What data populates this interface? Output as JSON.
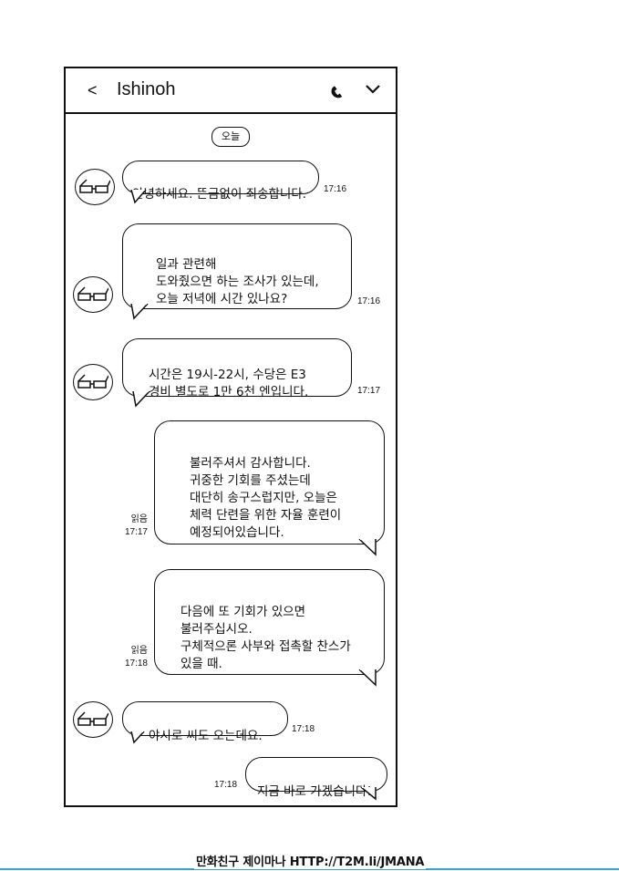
{
  "header": {
    "back_label": "<",
    "contact_name": "Ishinoh"
  },
  "date_label": "오늘",
  "messages": [
    {
      "side": "in",
      "text": "안녕하세요. 뜬금없이 죄송합니다.",
      "time": "17:16"
    },
    {
      "side": "in",
      "text": "일과 관련해\n도와줬으면 하는 조사가 있는데,\n오늘 저녁에 시간 있나요?",
      "time": "17:16"
    },
    {
      "side": "in",
      "text": "시간은 19시-22시, 수당은 E3\n경비 별도로 1만 6천 엔입니다.",
      "time": "17:17"
    },
    {
      "side": "out",
      "text": "불러주셔서 감사합니다.\n귀중한 기회를 주셨는데\n대단히 송구스럽지만, 오늘은\n체력 단련을 위한 자율 훈련이\n예정되어있습니다.",
      "read": "읽음",
      "time": "17:17"
    },
    {
      "side": "out",
      "text": "다음에 또 기회가 있으면\n불러주십시오.\n구체적으론 사부와 접촉할 찬스가\n있을 때.",
      "read": "읽음",
      "time": "17:18"
    },
    {
      "side": "in",
      "text": "야시로 씨도 오는데요.",
      "time": "17:18"
    },
    {
      "side": "out",
      "text": "지금 바로 가겠습니다!",
      "time": "17:18"
    }
  ],
  "footer": {
    "watermark": "만화친구 제이마나 HTTP://T2M.li/JMANA"
  }
}
